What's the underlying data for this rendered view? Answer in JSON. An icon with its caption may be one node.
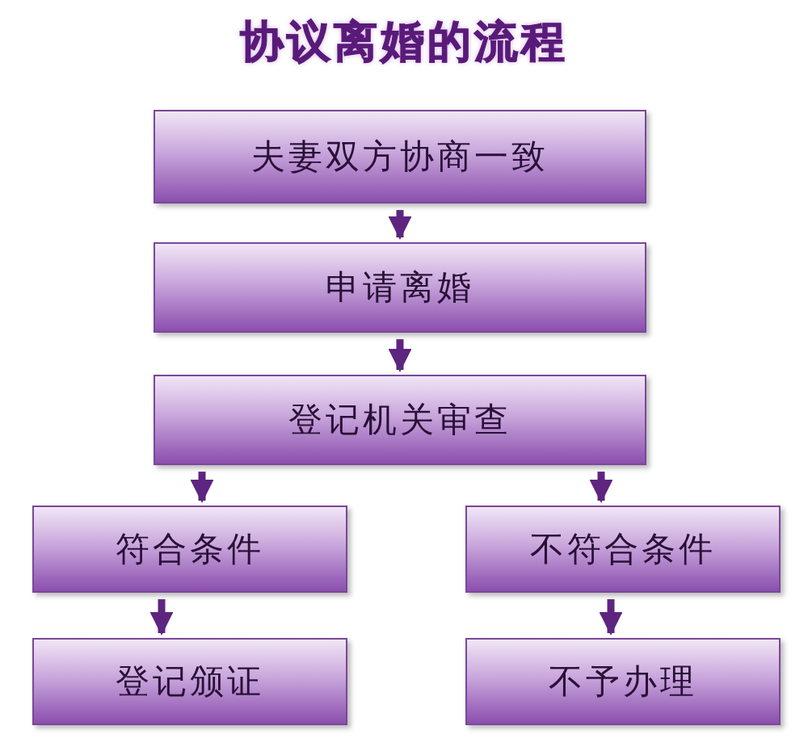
{
  "diagram": {
    "title": "协议离婚的流程",
    "nodes": [
      {
        "text": [
          "夫妻双方协商一致"
        ]
      },
      {
        "text": [
          "申请离婚"
        ]
      },
      {
        "text": [
          "登记机关审查"
        ]
      },
      {
        "text": [
          "符合条件"
        ]
      },
      {
        "text": [
          "不符合条件"
        ]
      },
      {
        "text": [
          "登记颁证"
        ]
      },
      {
        "text": [
          "不予办理"
        ]
      }
    ],
    "edges": [
      {
        "from": 0,
        "to": 1,
        "arrow": "to"
      },
      {
        "from": 1,
        "to": 2,
        "arrow": "to"
      },
      {
        "from": 2,
        "to": 3,
        "arrow": "to"
      },
      {
        "from": 2,
        "to": 4,
        "arrow": "to"
      },
      {
        "from": 3,
        "to": 5,
        "arrow": "to"
      },
      {
        "from": 4,
        "to": 6,
        "arrow": "to"
      }
    ]
  }
}
